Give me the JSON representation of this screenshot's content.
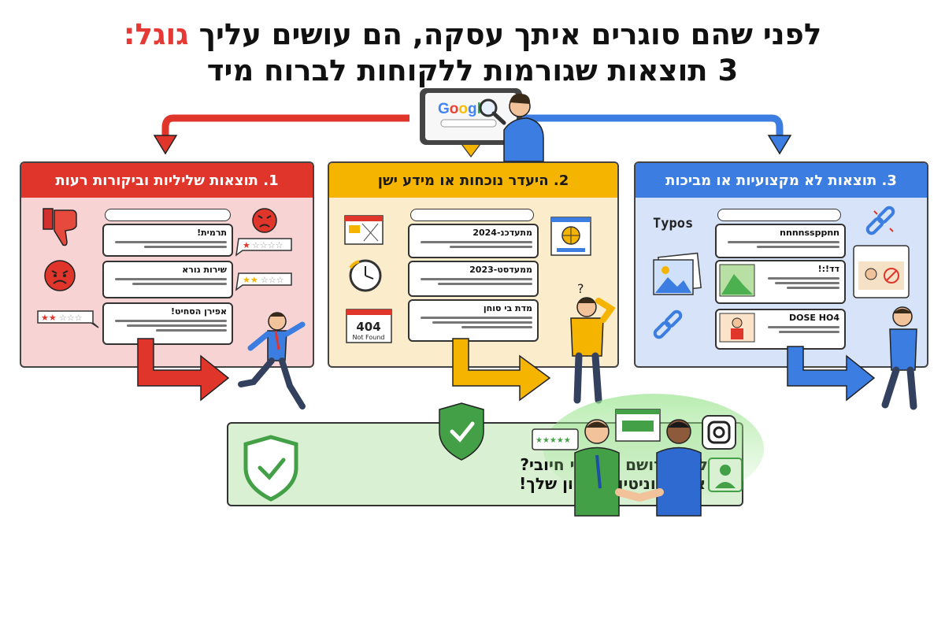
{
  "title": {
    "line1_prefix": "לפני שהם סוגרים איתך עסקה, הם עושים עליך",
    "line1_accent": "גוגל:",
    "line2": "3 תוצאות שגורמות ללקוחות לברוח מיד",
    "accent_color": "#e53935"
  },
  "search_logo": "Google",
  "panels": [
    {
      "heading": "1. תוצאות שליליות וביקורות רעות",
      "color": "#e0352b",
      "cards": [
        "תרמית!",
        "שירות נורא",
        "אפירן הסחיט!"
      ],
      "icons": [
        "thumbs-down-icon",
        "angry-face-icon",
        "star-rating-icon"
      ]
    },
    {
      "heading": "2. היעדר נוכחות או מידע ישן",
      "color": "#f4b400",
      "cards": [
        "מתעדכנ-2024",
        "ממעדסט-2023",
        "מדת בי סוחן"
      ],
      "icons": [
        "broken-web-icon",
        "clock-icon",
        "globe-icon"
      ],
      "error_code": "404",
      "error_text": "Not Found"
    },
    {
      "heading": "3. תוצאות לא מקצועיות או מביכות",
      "color": "#3b7de0",
      "cards": [
        "nnnnssppnn",
        "דד!:!",
        "DOSE HO4"
      ],
      "icons": [
        "broken-link-icon",
        "photo-icon"
      ],
      "typos_label": "Typos"
    }
  ],
  "cta": {
    "line1": "איך ליצור רושם ראשוני חיובי?",
    "line2": "נהל את המוניטין המקוון שלך!",
    "color": "#d9f0d3"
  }
}
